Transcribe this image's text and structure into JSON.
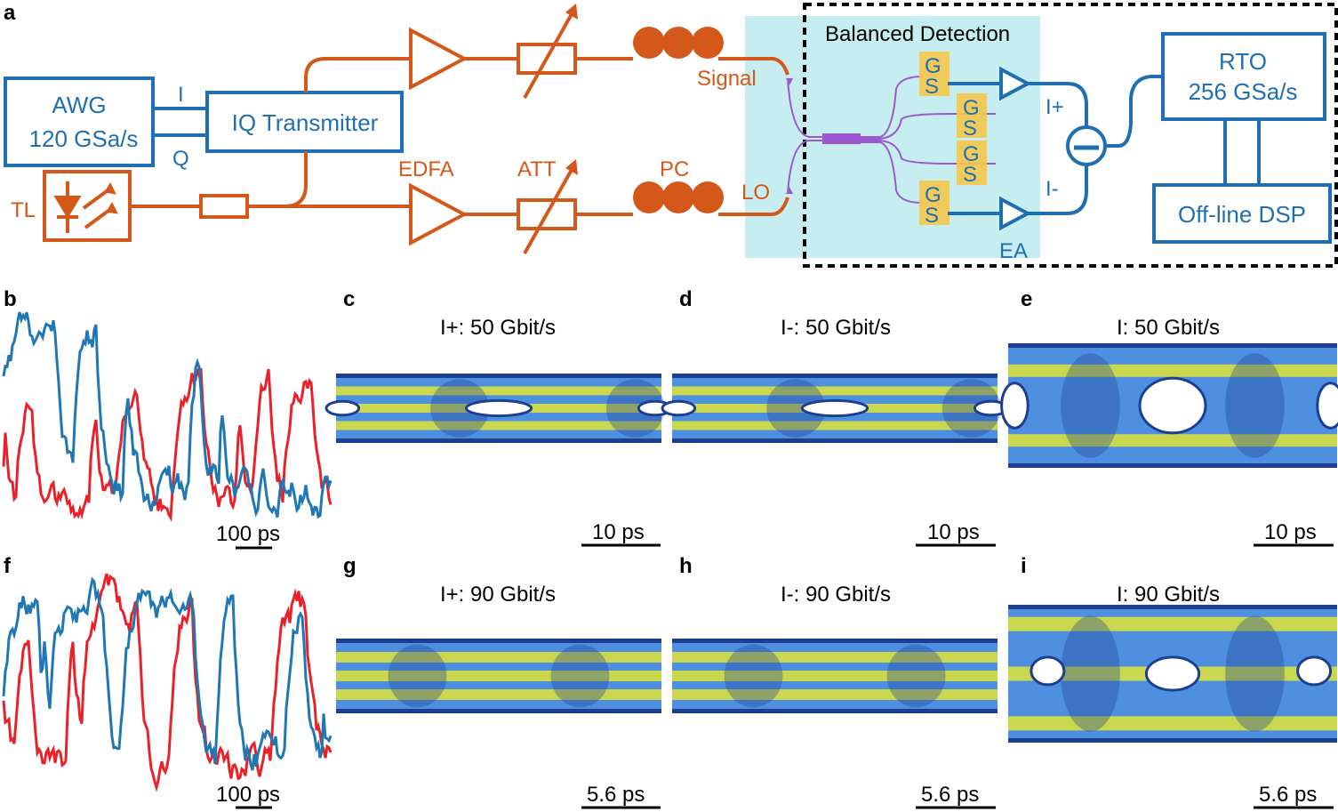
{
  "colors": {
    "blue": "#1f6fb2",
    "orange": "#d4581a",
    "purple": "#9b59d0",
    "cyan_region": "#c6eef0",
    "pad_yellow": "#f4c64a",
    "trace_red": "#e8222a",
    "trace_blue": "#1f77b4",
    "eye_dark": "#1d3f8f",
    "eye_mid": "#4f8fe0",
    "eye_yellow": "#f3f020"
  },
  "panel_labels": {
    "a": "a",
    "b": "b",
    "c": "c",
    "d": "d",
    "e": "e",
    "f": "f",
    "g": "g",
    "h": "h",
    "i": "i"
  },
  "setup": {
    "awg_line1": "AWG",
    "awg_line2": "120 GSa/s",
    "i_label": "I",
    "q_label": "Q",
    "iq_transmitter": "IQ Transmitter",
    "tl_label": "TL",
    "edfa_label": "EDFA",
    "att_label": "ATT",
    "pc_label": "PC",
    "signal_label": "Signal",
    "lo_label": "LO",
    "balanced_detection": "Balanced Detection",
    "g_label": "G",
    "s_label": "S",
    "i_plus": "I+",
    "i_minus": "I-",
    "ea_label": "EA",
    "rto_line1": "RTO",
    "rto_line2": "256 GSa/s",
    "dsp_label": "Off-line DSP"
  },
  "eye_titles": {
    "c": "I+: 50 Gbit/s",
    "d": "I-: 50 Gbit/s",
    "e": "I: 50 Gbit/s",
    "g": "I+: 90 Gbit/s",
    "h": "I-: 90 Gbit/s",
    "i": "I: 90 Gbit/s"
  },
  "scale_bars": {
    "b": "100 ps",
    "c": "10 ps",
    "d": "10 ps",
    "e": "10 ps",
    "f": "100 ps",
    "g": "5.6 ps",
    "h": "5.6 ps",
    "i": "5.6 ps"
  }
}
